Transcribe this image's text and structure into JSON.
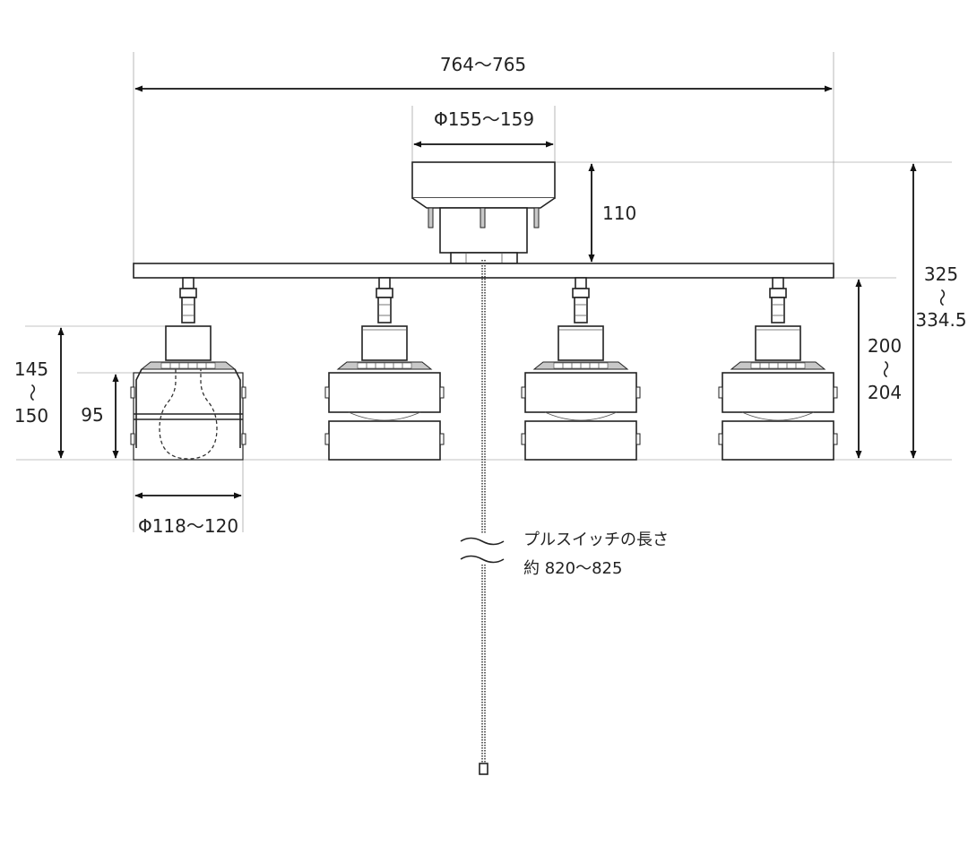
{
  "dimensions": {
    "overall_width": "764～765",
    "canopy_diameter": "Φ155～159",
    "canopy_height": "110",
    "total_height_top": "325",
    "total_height_tilde": "～",
    "total_height_bottom": "334.5",
    "lamp_height_top": "200",
    "lamp_height_tilde": "～",
    "lamp_height_bottom": "204",
    "shade_height_top": "145",
    "shade_height_tilde": "～",
    "shade_height_bottom": "150",
    "shade_inner_height": "95",
    "shade_diameter": "Φ118～120"
  },
  "pull_switch": {
    "label": "プルスイッチの長さ",
    "length": "約 820～825"
  },
  "colors": {
    "line": "#222222",
    "socket_fill": "#c8c8c8",
    "background": "#ffffff"
  }
}
